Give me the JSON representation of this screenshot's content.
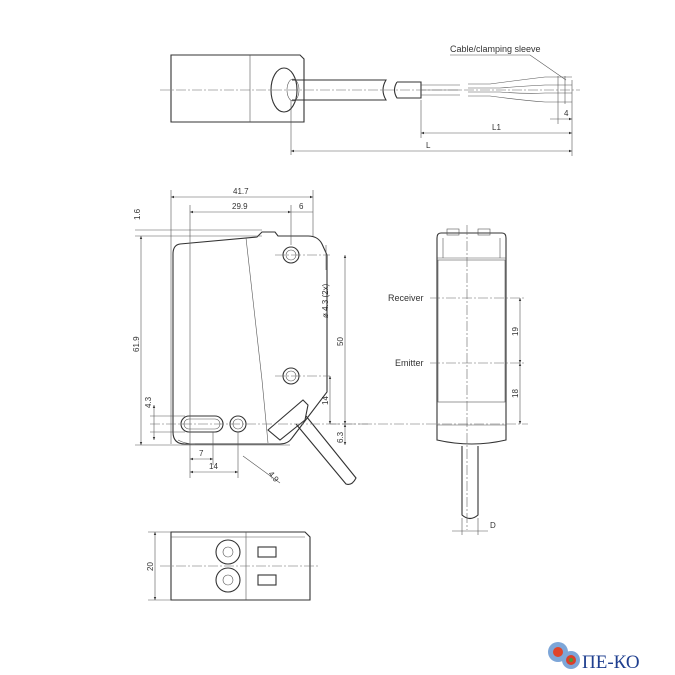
{
  "top_view": {
    "callout": "Cable/clamping sleeve",
    "dim_4": "4",
    "dim_L1": "L1",
    "dim_L": "L"
  },
  "side_view": {
    "dim_width": "41.7",
    "dim_29_9": "29.9",
    "dim_6": "6",
    "dim_1_6": "1.6",
    "dim_height": "61.9",
    "dim_hole": "ø 4.3 (2x)",
    "dim_50": "50",
    "dim_14v": "14",
    "dim_6_3": "6.3",
    "dim_4_3": "4.3",
    "dim_7": "7",
    "dim_14h": "14",
    "dim_4_9": "4.9"
  },
  "front_view": {
    "receiver": "Receiver",
    "emitter": "Emitter",
    "dim_19": "19",
    "dim_18": "18",
    "dim_D": "D"
  },
  "bottom_view": {
    "dim_20": "20"
  },
  "logo": {
    "text": "ПЕ-КО",
    "color": "#1f3f8f"
  }
}
